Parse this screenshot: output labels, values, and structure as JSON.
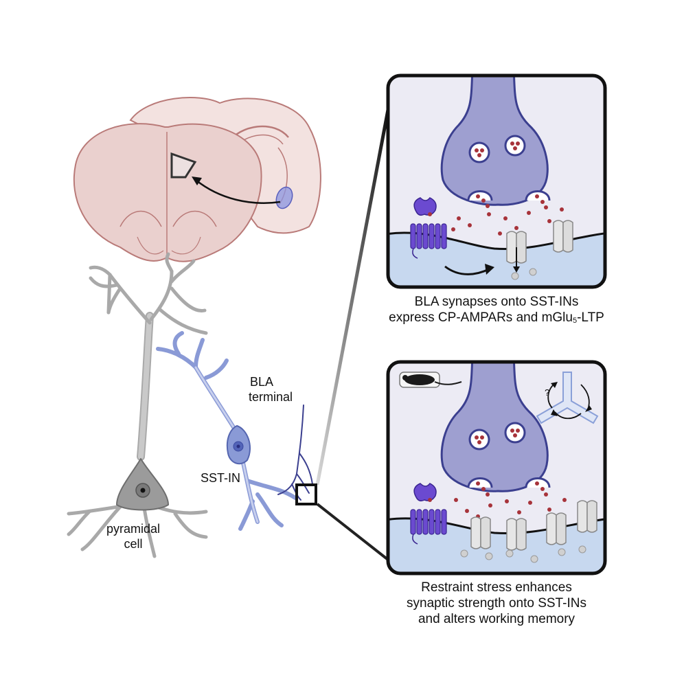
{
  "labels": {
    "bla_terminal_line1": "BLA",
    "bla_terminal_line2": "terminal",
    "sst_in": "SST-IN",
    "pyramidal_line1": "pyramidal",
    "pyramidal_line2": "cell",
    "question_mark": "?"
  },
  "captions": {
    "top": {
      "line1": "BLA synapses onto SST-INs",
      "line2_prefix": "express CP-AMPARs and mGlu",
      "line2_subscript": "5",
      "line2_suffix": "-LTP"
    },
    "bottom": {
      "line1": "Restraint stress enhances",
      "line2": "synaptic strength onto SST-INs",
      "line3": "and alters working memory"
    }
  },
  "colors": {
    "brain_fill": "#efd9d7",
    "brain_outline": "#b97a78",
    "neuron_gray": "#b8b8b8",
    "sst_blue": "#8a9ad6",
    "bla_navy": "#3b3f8f",
    "terminal_fill": "#9e9fd0",
    "postsynaptic_fill": "#c7d8ef",
    "panel_bg": "#ecebf4",
    "receptor_purple": "#6b4ad0",
    "glutamate_red": "#a7333a",
    "channel_gray": "#e2e2e2"
  }
}
